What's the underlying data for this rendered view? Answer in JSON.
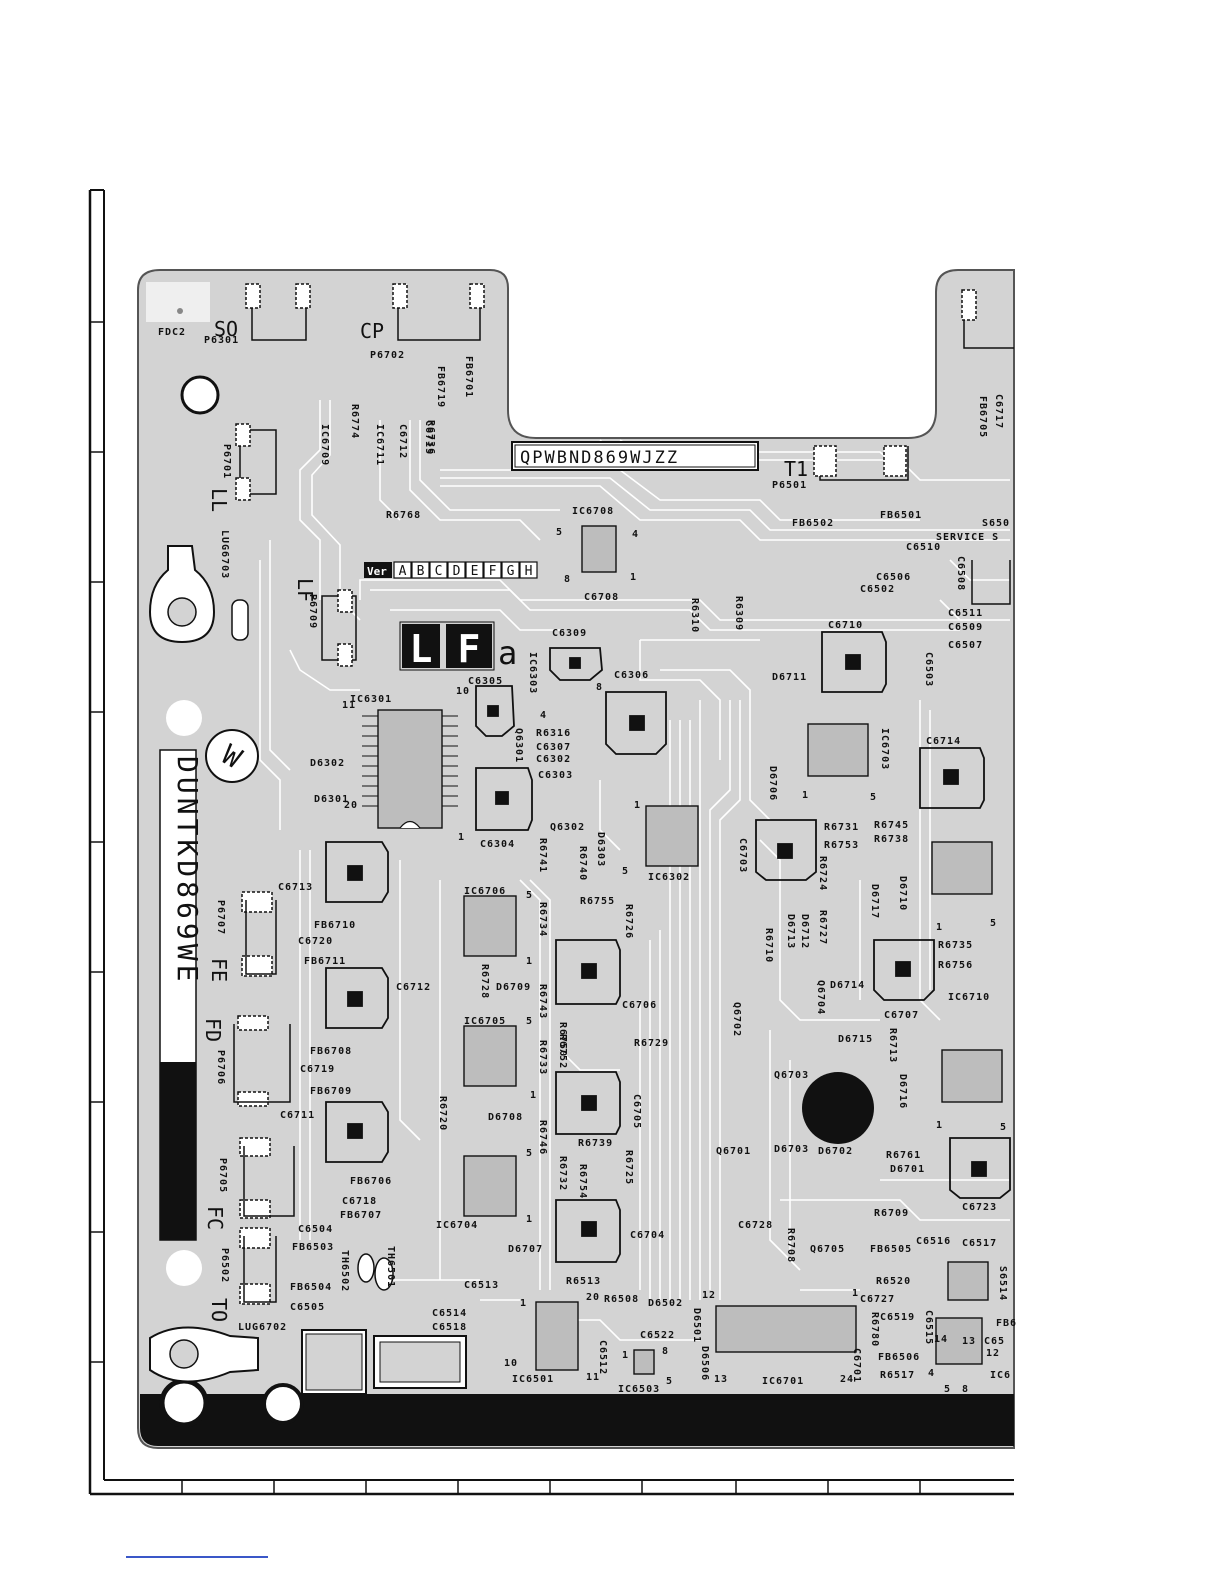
{
  "board": {
    "part_number": "QPWBND869WJZZ",
    "model_vertical": "DUNTKD869WE",
    "version_label": "Ver",
    "version_letters": [
      "A",
      "B",
      "C",
      "D",
      "E",
      "F",
      "G",
      "H"
    ],
    "block_letters": [
      "L",
      "F"
    ],
    "block_suffix": "a",
    "service_label": "SERVICE S",
    "w_mark": "W"
  },
  "connector_marks": {
    "so": "SO",
    "cp": "CP",
    "t1": "T1",
    "ll": "LL",
    "lf": "LF",
    "fe": "FE",
    "fd": "FD",
    "fc": "FC",
    "to": "TO"
  },
  "refs": {
    "fdc2": "FDC2",
    "p6301": "P6301",
    "p6702": "P6702",
    "fb6719": "FB6719",
    "r6736": "R6736",
    "fb6701": "FB6701",
    "r6774": "R6774",
    "ic6709": "IC6709",
    "ic6711": "IC6711",
    "c6712b": "C6712",
    "c6715": "C6715",
    "p6701": "P6701",
    "lug6703": "LUG6703",
    "r6768": "R6768",
    "ic6708": "IC6708",
    "c6708": "C6708",
    "p6709": "P6709",
    "p6501": "P6501",
    "fb6502": "FB6502",
    "fb6501": "FB6501",
    "s650": "S650",
    "c6510": "C6510",
    "c6506": "C6506",
    "c6502": "C6502",
    "c6508": "C6508",
    "c6511": "C6511",
    "c6509": "C6509",
    "c6507": "C6507",
    "c6503": "C6503",
    "c6717": "C6717",
    "fb6705": "FB6705",
    "r6310": "R6310",
    "r6309": "R6309",
    "c6710": "C6710",
    "d6711": "D6711",
    "c6309": "C6309",
    "ic6303": "IC6303",
    "c6306": "C6306",
    "c6305": "C6305",
    "ic6301": "IC6301",
    "r6316": "R6316",
    "q6301": "Q6301",
    "c6307": "C6307",
    "c6302": "C6302",
    "c6303": "C6303",
    "d6302": "D6302",
    "d6301": "D6301",
    "c6304": "C6304",
    "q6302": "Q6302",
    "d6303": "D6303",
    "ic6302": "IC6302",
    "ic6703": "IC6703",
    "c6714": "C6714",
    "d6706": "D6706",
    "r6731": "R6731",
    "r6745": "R6745",
    "r6753": "R6753",
    "r6738": "R6738",
    "c6703": "C6703",
    "r6724": "R6724",
    "c6713": "C6713",
    "r6741": "R6741",
    "r6740": "R6740",
    "ic6706": "IC6706",
    "r6755": "R6755",
    "r6734": "R6734",
    "r6726": "R6726",
    "d6717": "D6717",
    "d6710": "D6710",
    "p6707": "P6707",
    "fb6710": "FB6710",
    "c6720": "C6720",
    "fb6711": "FB6711",
    "d6713": "D6713",
    "d6712": "D6712",
    "r6727": "R6727",
    "r6735": "R6735",
    "r6756": "R6756",
    "r6710": "R6710",
    "c6712": "C6712",
    "r6728": "R6728",
    "d6709": "D6709",
    "r6743": "R6743",
    "c6706": "C6706",
    "d6714": "D6714",
    "q6704": "Q6704",
    "ic6710": "IC6710",
    "c6707": "C6707",
    "ic6705": "IC6705",
    "r6750": "R6750",
    "r6752": "R6752",
    "r6729": "R6729",
    "q6702": "Q6702",
    "d6715": "D6715",
    "r6713": "R6713",
    "p6706": "P6706",
    "fb6708": "FB6708",
    "c6719": "C6719",
    "fb6709": "FB6709",
    "r6733": "R6733",
    "q6703": "Q6703",
    "d6716": "D6716",
    "c6711": "C6711",
    "r6720": "R6720",
    "d6708": "D6708",
    "r6746": "R6746",
    "c6705": "C6705",
    "r6739": "R6739",
    "r6725": "R6725",
    "r6754": "R6754",
    "r6732": "R6732",
    "q6701": "Q6701",
    "d6703": "D6703",
    "d6702": "D6702",
    "r6761": "R6761",
    "d6701": "D6701",
    "c6723": "C6723",
    "p6705": "P6705",
    "fb6706": "FB6706",
    "c6718": "C6718",
    "fb6707": "FB6707",
    "ic6704": "IC6704",
    "r6709": "R6709",
    "c6504": "C6504",
    "c6704": "C6704",
    "d6707": "D6707",
    "c6728": "C6728",
    "r6708": "R6708",
    "p6502": "P6502",
    "fb6503": "FB6503",
    "th6502": "TH6502",
    "th6501": "TH6501",
    "fb6504": "FB6504",
    "c6505": "C6505",
    "q6705": "Q6705",
    "fb6505": "FB6505",
    "c6516": "C6516",
    "c6517": "C6517",
    "s6514": "S6514",
    "c6513": "C6513",
    "r6513": "R6513",
    "r6520": "R6520",
    "c6727": "C6727",
    "r6508": "R6508",
    "d6502": "D6502",
    "d6501": "D6501",
    "c6519": "C6519",
    "c6515": "C6515",
    "c6514": "C6514",
    "c6518": "C6518",
    "lug6702": "LUG6702",
    "c6522": "C6522",
    "c6512": "C6512",
    "d6506": "D6506",
    "r6780": "R6780",
    "fb6506b": "FB6506",
    "c65": "C65",
    "ic6501": "IC6501",
    "ic6503": "IC6503",
    "ic6701": "IC6701",
    "c6701": "C6701",
    "r6517": "R6517",
    "ic6": "IC6",
    "fb6": "FB6"
  },
  "pins": {
    "p1": "1",
    "p4": "4",
    "p5": "5",
    "p8": "8",
    "p10": "10",
    "p11": "11",
    "p12": "12",
    "p13": "13",
    "p14": "14",
    "p20": "20",
    "p24": "24"
  }
}
